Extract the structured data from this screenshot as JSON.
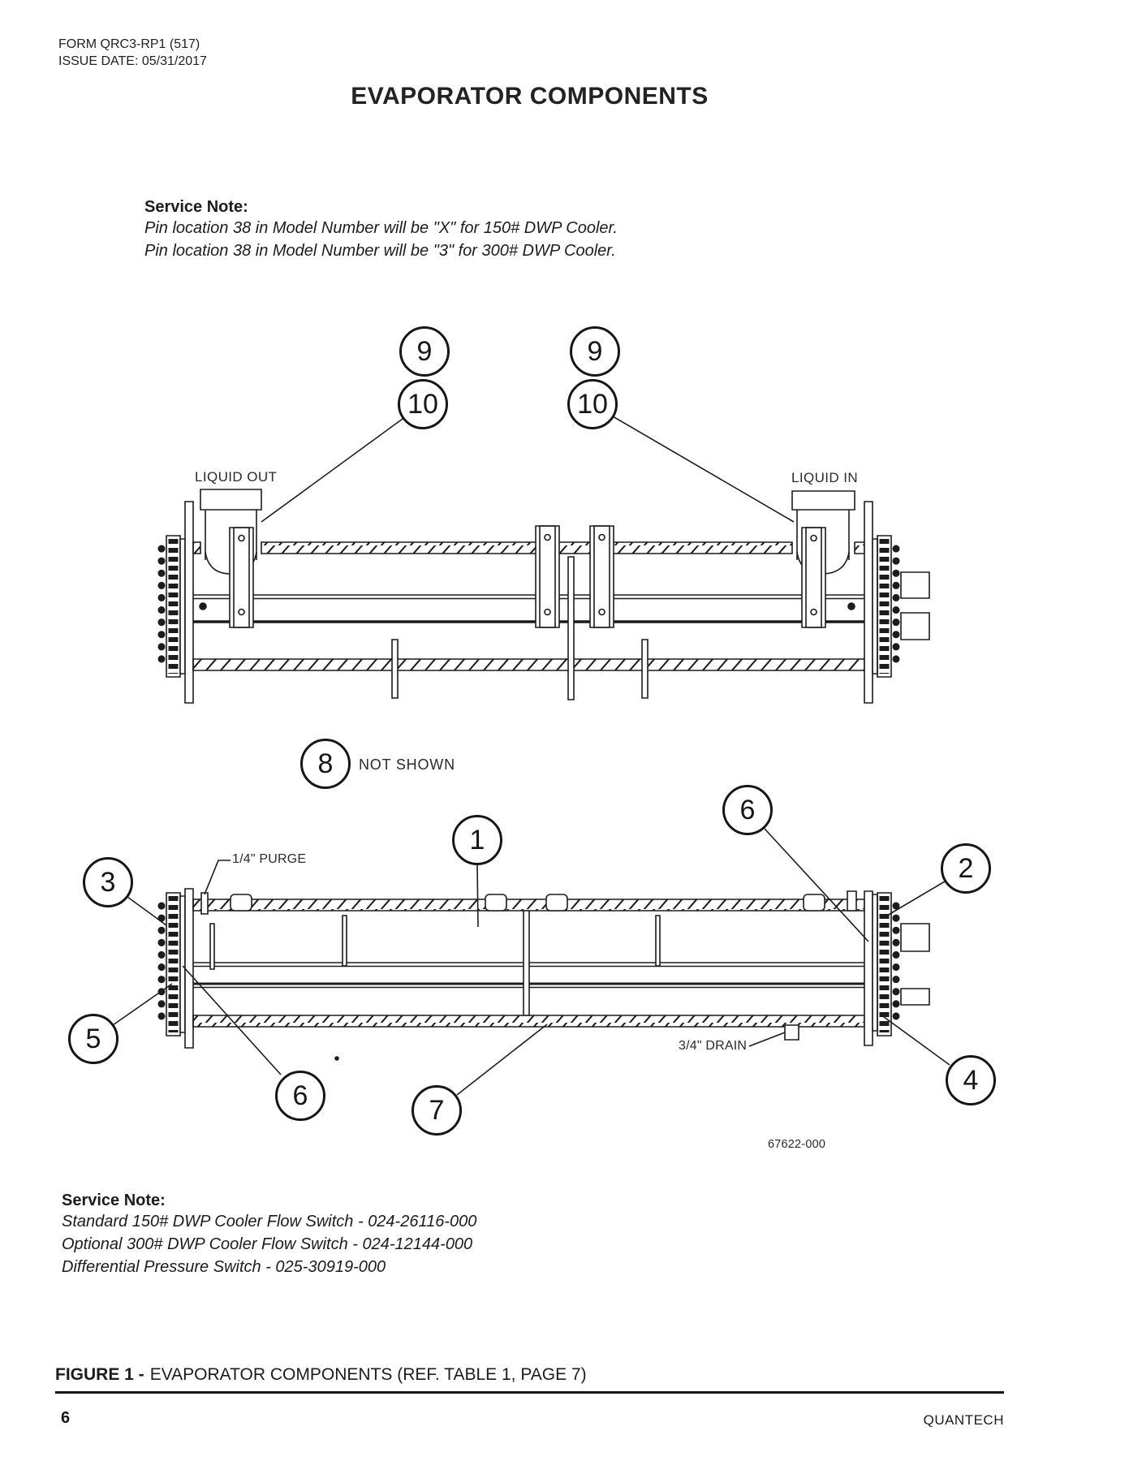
{
  "page": {
    "form_line": "FORM QRC3-RP1 (517)",
    "issue_line": "ISSUE DATE: 05/31/2017",
    "title": "EVAPORATOR COMPONENTS",
    "page_number": "6",
    "brand": "QUANTECH"
  },
  "service_note_top": {
    "heading": "Service Note:",
    "lines": [
      "Pin location 38 in Model Number will be \"X\" for 150# DWP Cooler.",
      "Pin location 38 in Model Number will be \"3\" for 300# DWP Cooler."
    ]
  },
  "service_note_bottom": {
    "heading": "Service Note:",
    "lines": [
      "Standard 150# DWP Cooler Flow Switch - 024-26116-000",
      "Optional 300# DWP Cooler Flow Switch - 024-12144-000",
      "Differential Pressure Switch - 025-30919-000"
    ]
  },
  "figure": {
    "caption_label": "FIGURE 1 -",
    "caption_text": "EVAPORATOR COMPONENTS (REF. TABLE 1, PAGE 7)",
    "drawing_number": "67622-000",
    "labels": {
      "liquid_out": "LIQUID OUT",
      "liquid_in": "LIQUID IN",
      "not_shown": "NOT SHOWN",
      "purge": "1/4\" PURGE",
      "drain": "3/4\" DRAIN"
    },
    "callouts": {
      "c9_left": "9",
      "c10_left": "10",
      "c9_right": "9",
      "c10_right": "10",
      "c8": "8",
      "c1": "1",
      "c2": "2",
      "c3": "3",
      "c4": "4",
      "c5": "5",
      "c6_top": "6",
      "c6_bottom": "6",
      "c7": "7"
    }
  }
}
